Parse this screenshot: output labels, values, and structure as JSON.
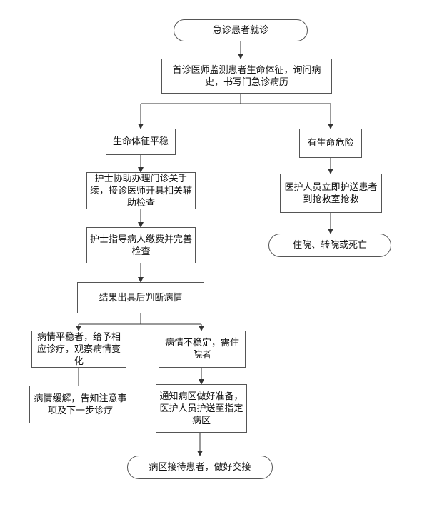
{
  "diagram": {
    "start": "急诊患者就诊",
    "initial_assessment": "首诊医师监测患者生命体征，询问病\n史，书写门急诊病历",
    "stable_vitals": "生命体征平稳",
    "life_threatening": "有生命危险",
    "nurse_assist": "护士协助办理门诊关手\n续，接诊医师开具相关辅\n助检查",
    "nurse_guide": "护士指导病人缴费并完善\n检查",
    "judge_results": "结果出具后判断病情",
    "stable_condition": "病情平稳者，给予相\n应诊疗，观察病情变\n化",
    "unstable_condition": "病情不稳定，需住\n院者",
    "relieved": "病情缓解，告知注意事\n项及下一步诊疗",
    "notify_ward": "通知病区做好准备，\n医护人员护送至指定\n病区",
    "ward_receive": "病区接待患者，做好交接",
    "escort_rescue": "医护人员立即护送患者\n到抢救室抢救",
    "outcome": "住院、转院或死亡"
  }
}
